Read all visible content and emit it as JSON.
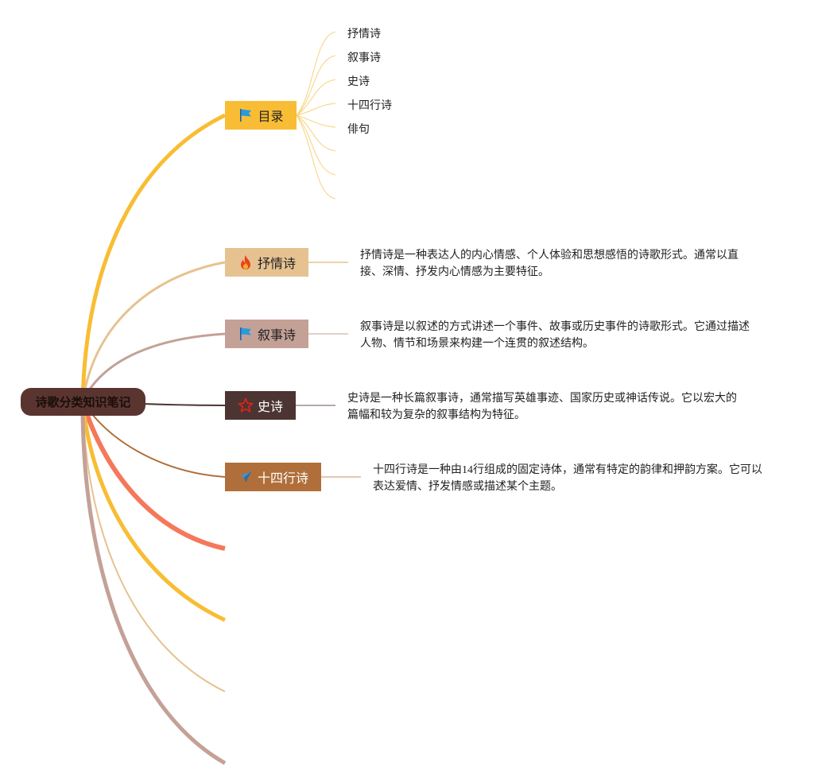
{
  "mindmap": {
    "root": {
      "label": "诗歌分类知识笔记"
    },
    "toc": {
      "label": "目录",
      "icon": "flag-icon",
      "items": [
        "抒情诗",
        "叙事诗",
        "史诗",
        "十四行诗",
        "俳句"
      ]
    },
    "branches": [
      {
        "label": "抒情诗",
        "icon": "flame-icon",
        "description": "抒情诗是一种表达人的内心情感、个人体验和思想感悟的诗歌形式。通常以直接、深情、抒发内心情感为主要特征。"
      },
      {
        "label": "叙事诗",
        "icon": "flag-icon",
        "description": "叙事诗是以叙述的方式讲述一个事件、故事或历史事件的诗歌形式。它通过描述人物、情节和场景来构建一个连贯的叙述结构。"
      },
      {
        "label": "史诗",
        "icon": "star-icon",
        "description": "史诗是一种长篇叙事诗，通常描写英雄事迹、国家历史或神话传说。它以宏大的篇幅和较为复杂的叙事结构为特征。"
      },
      {
        "label": "十四行诗",
        "icon": "paper-plane-icon",
        "description": "十四行诗是一种由14行组成的固定诗体，通常有特定的韵律和押韵方案。它可以表达爱情、抒发情感或描述某个主题。"
      }
    ]
  },
  "colors": {
    "toc_branch": "#f8bd34",
    "lyric_branch": "#e6c291",
    "narrative_branch": "#c4a197",
    "epic_branch": "#4c3432",
    "sonnet_branch": "#b06f3a",
    "empty_branch_1": "#f5785a",
    "empty_branch_2": "#f8bd34",
    "empty_branch_3": "#e6c291",
    "empty_branch_4": "#c4a197",
    "root_fill": "#5a3530"
  }
}
